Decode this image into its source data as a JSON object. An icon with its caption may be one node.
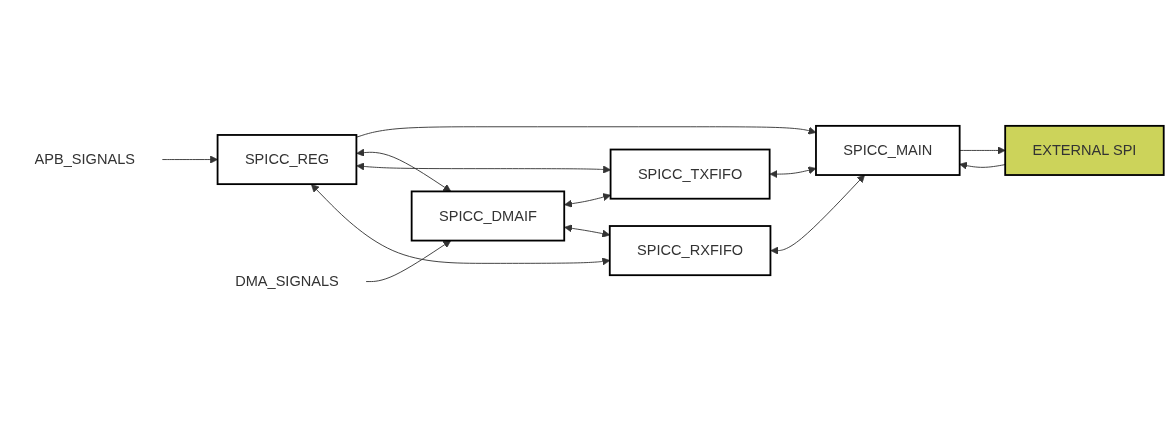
{
  "diagram": {
    "nodes": [
      {
        "text": [
          "SPICC_REG"
        ]
      },
      {
        "text": [
          "SPICC_TXFIFO"
        ]
      },
      {
        "text": [
          "SPICC_MAIN"
        ]
      },
      {
        "text": [
          "EXTERNAL SPI"
        ]
      },
      {
        "text": [
          "SPICC_DMAIF"
        ]
      },
      {
        "text": [
          "SPICC_RXFIFO"
        ]
      },
      {
        "text": [
          "APB_SIGNALS"
        ]
      },
      {
        "text": [
          "DMA_SIGNALS"
        ]
      }
    ],
    "edges": [
      {
        "from": 6,
        "to": 0,
        "arrow": "to"
      },
      {
        "from": 7,
        "to": 4,
        "arrow": "to"
      },
      {
        "from": 0,
        "to": 2,
        "arrow": "to"
      },
      {
        "from": 0,
        "to": 4,
        "arrow": "both"
      },
      {
        "from": 0,
        "to": 1,
        "arrow": "both"
      },
      {
        "from": 0,
        "to": 5,
        "arrow": "both"
      },
      {
        "from": 4,
        "to": 1,
        "arrow": "both"
      },
      {
        "from": 4,
        "to": 5,
        "arrow": "both"
      },
      {
        "from": 1,
        "to": 2,
        "arrow": "both"
      },
      {
        "from": 5,
        "to": 2,
        "arrow": "both"
      },
      {
        "from": 2,
        "to": 3,
        "arrow": "to"
      },
      {
        "from": 3,
        "to": 2,
        "arrow": "to"
      }
    ]
  }
}
